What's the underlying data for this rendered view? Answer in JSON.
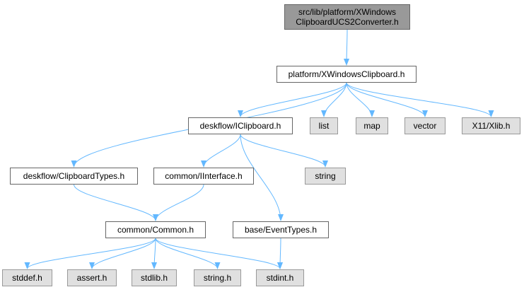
{
  "colors": {
    "edge": "#63b8ff",
    "node_border": "#666666",
    "external_fill": "#e0e0e0",
    "root_fill": "#999999"
  },
  "nodes": {
    "root": {
      "line1": "src/lib/platform/XWindows",
      "line2": "ClipboardUCS2Converter.h"
    },
    "xwindows_clipboard": {
      "label": "platform/XWindowsClipboard.h"
    },
    "iclipboard": {
      "label": "deskflow/IClipboard.h"
    },
    "list": {
      "label": "list"
    },
    "map": {
      "label": "map"
    },
    "vector": {
      "label": "vector"
    },
    "xlib": {
      "label": "X11/Xlib.h"
    },
    "clipboard_types": {
      "label": "deskflow/ClipboardTypes.h"
    },
    "iinterface": {
      "label": "common/IInterface.h"
    },
    "string": {
      "label": "string"
    },
    "common": {
      "label": "common/Common.h"
    },
    "event_types": {
      "label": "base/EventTypes.h"
    },
    "stddef": {
      "label": "stddef.h"
    },
    "assert": {
      "label": "assert.h"
    },
    "stdlib": {
      "label": "stdlib.h"
    },
    "string_h": {
      "label": "string.h"
    },
    "stdint": {
      "label": "stdint.h"
    }
  },
  "edges": [
    [
      "root",
      "xwindows_clipboard"
    ],
    [
      "xwindows_clipboard",
      "clipboard_types"
    ],
    [
      "xwindows_clipboard",
      "iclipboard"
    ],
    [
      "xwindows_clipboard",
      "list"
    ],
    [
      "xwindows_clipboard",
      "map"
    ],
    [
      "xwindows_clipboard",
      "vector"
    ],
    [
      "xwindows_clipboard",
      "xlib"
    ],
    [
      "iclipboard",
      "iinterface"
    ],
    [
      "iclipboard",
      "string"
    ],
    [
      "iclipboard",
      "event_types"
    ],
    [
      "clipboard_types",
      "common"
    ],
    [
      "iinterface",
      "common"
    ],
    [
      "common",
      "stddef"
    ],
    [
      "common",
      "assert"
    ],
    [
      "common",
      "stdlib"
    ],
    [
      "common",
      "string_h"
    ],
    [
      "common",
      "stdint"
    ],
    [
      "event_types",
      "stdint"
    ]
  ]
}
